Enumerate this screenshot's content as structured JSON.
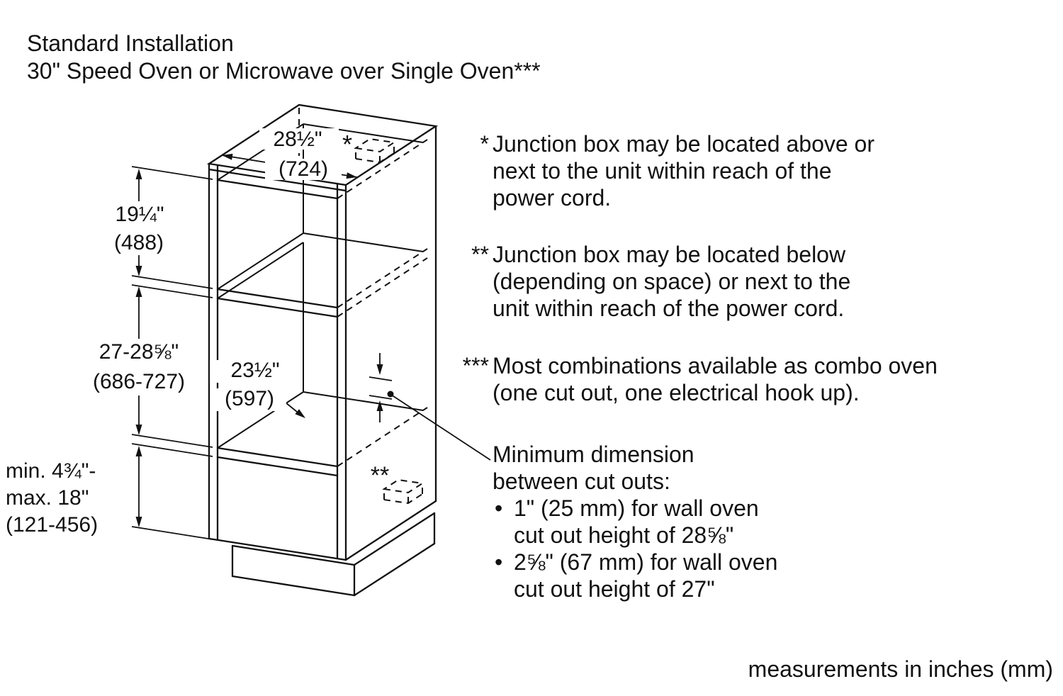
{
  "title": {
    "line1": "Standard Installation",
    "line2": "30\" Speed Oven or Microwave over Single Oven***"
  },
  "diagram": {
    "width_top": {
      "in": "28½\"",
      "mm": "(724)"
    },
    "upper_cutout": {
      "in": "19¼\"",
      "mm": "(488)"
    },
    "lower_cutout": {
      "in": "27-28⅝\"",
      "mm": "(686-727)"
    },
    "depth": {
      "in": "23½\"",
      "mm": "(597)"
    },
    "bottom_space": {
      "line1": "min. 4¾\"-",
      "line2": "max. 18\"",
      "line3": "(121-456)"
    },
    "top_junction_marker": "*",
    "bottom_junction_marker": "**"
  },
  "notes": [
    {
      "marker": "*",
      "lines": [
        "Junction box may be located above or",
        "next to the unit within reach of the",
        "power cord."
      ]
    },
    {
      "marker": "**",
      "lines": [
        "Junction box may be located below",
        "(depending on space) or next to the",
        "unit within reach of the power cord."
      ]
    },
    {
      "marker": "***",
      "lines": [
        "Most combinations available as combo oven",
        "(one cut out, one electrical hook up)."
      ]
    }
  ],
  "min_dimension": {
    "heading1": "Minimum dimension",
    "heading2": "between cut outs:",
    "bullet_char": "•",
    "bullets": [
      {
        "line1": "1\" (25 mm) for wall oven",
        "line2": "cut out height of 28⅝\""
      },
      {
        "line1": "2⅝\" (67 mm) for wall oven",
        "line2": "cut out height of 27\""
      }
    ]
  },
  "footer": "measurements in inches (mm)"
}
